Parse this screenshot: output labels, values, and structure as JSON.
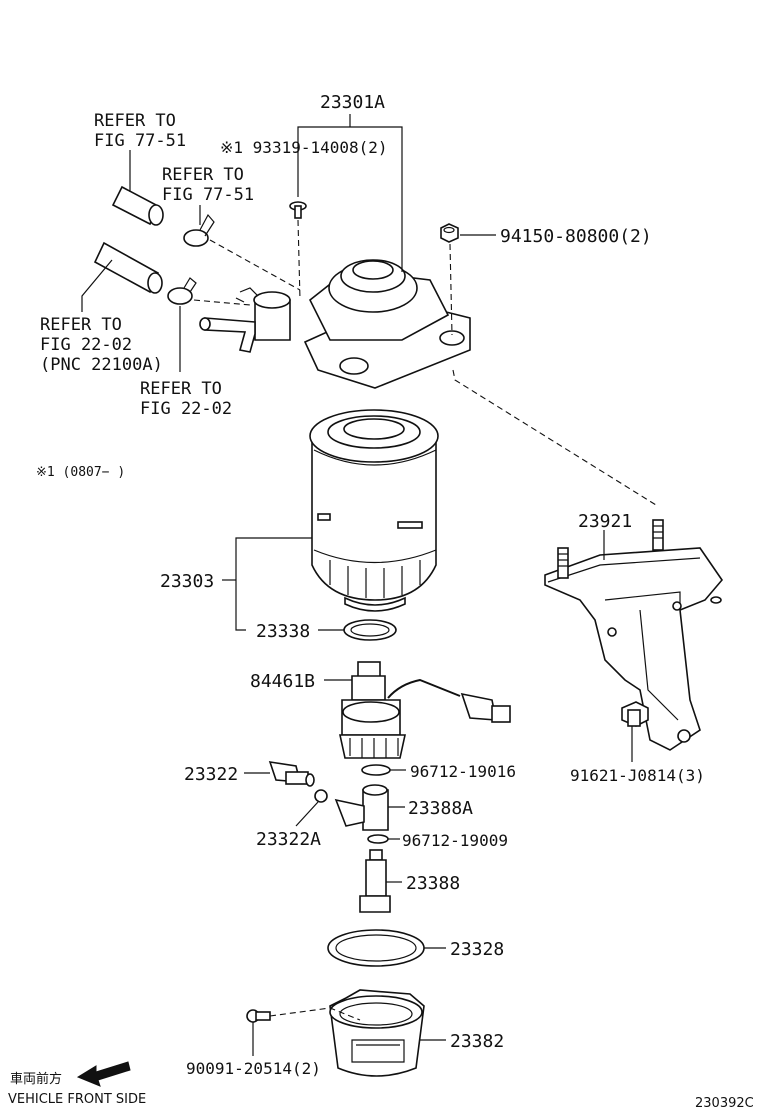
{
  "diagram_code": "230392C",
  "note": "※1 (0807−   )",
  "orientation": {
    "japanese": "車両前方",
    "english": "VEHICLE FRONT SIDE"
  },
  "references": {
    "ref1": {
      "line1": "REFER TO",
      "line2": "FIG 77-51"
    },
    "ref2": {
      "line1": "REFER TO",
      "line2": "FIG 77-51"
    },
    "ref3": {
      "line1": "REFER TO",
      "line2": "FIG 22-02",
      "line3": "(PNC 22100A)"
    },
    "ref4": {
      "line1": "REFER TO",
      "line2": "FIG 22-02"
    }
  },
  "parts": {
    "p23301A": "23301A",
    "p93319": "※1 93319-14008(2)",
    "p94150": "94150-80800(2)",
    "p23921": "23921",
    "p23303": "23303",
    "p23338": "23338",
    "p84461B": "84461B",
    "p96712_19016": "96712-19016",
    "p91621": "91621-J0814(3)",
    "p23322": "23322",
    "p23388A": "23388A",
    "p23322A": "23322A",
    "p96712_19009": "96712-19009",
    "p23388": "23388",
    "p23328": "23328",
    "p23382": "23382",
    "p90091": "90091-20514(2)"
  }
}
